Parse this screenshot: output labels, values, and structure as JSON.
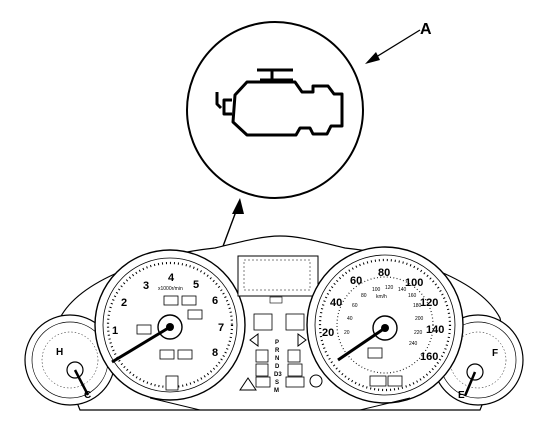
{
  "callout": {
    "label": "A"
  },
  "tachometer": {
    "numbers": [
      "1",
      "2",
      "3",
      "4",
      "5",
      "6",
      "7",
      "8"
    ],
    "unit": "x1000r/min"
  },
  "speedometer": {
    "numbers": [
      "20",
      "40",
      "60",
      "80",
      "100",
      "120",
      "140",
      "160"
    ],
    "inner_numbers": [
      "20",
      "40",
      "60",
      "80",
      "100",
      "120",
      "140",
      "160",
      "180",
      "200",
      "220",
      "240"
    ],
    "unit": "km/h"
  },
  "temp_gauge": {
    "high": "H",
    "low": "C"
  },
  "fuel_gauge": {
    "full": "F",
    "empty": "E"
  },
  "center": {
    "gear_letters": [
      "P",
      "R",
      "N",
      "D",
      "D3",
      "S",
      "M"
    ]
  },
  "icons": {
    "magnified": "check-engine-icon"
  }
}
